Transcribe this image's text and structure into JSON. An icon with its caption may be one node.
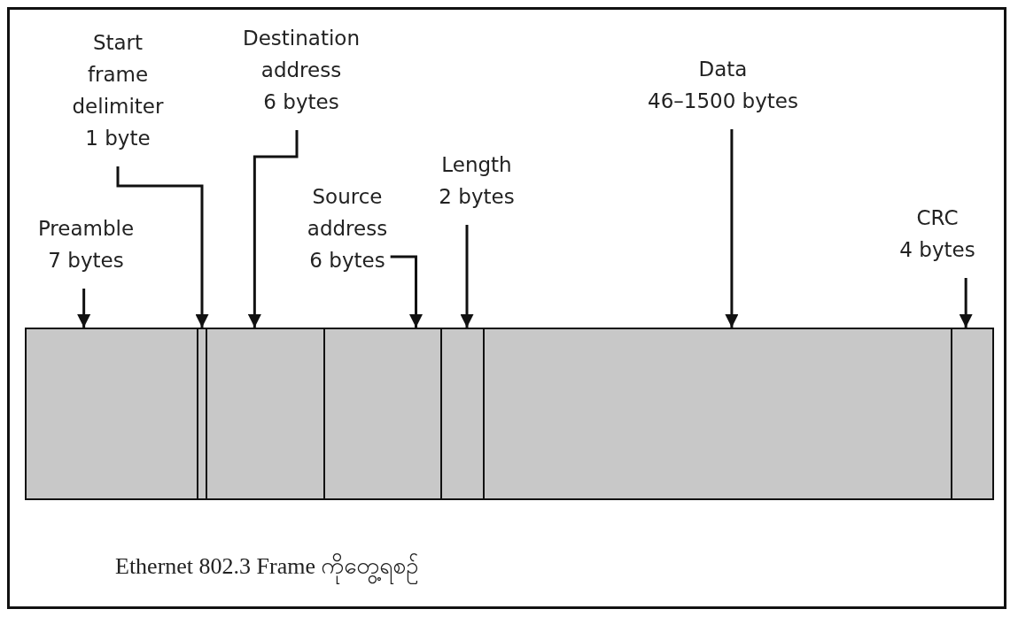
{
  "diagram": {
    "caption": "Ethernet 802.3 Frame ကိုတွေ့ရစဉ်",
    "nodes": [
      {
        "text": [
          "Preamble",
          "7 bytes"
        ]
      },
      {
        "text": [
          "Start frame delimiter",
          "1 byte"
        ]
      },
      {
        "text": [
          "Destination address",
          "6 bytes"
        ]
      },
      {
        "text": [
          "Source address",
          "6 bytes"
        ]
      },
      {
        "text": [
          "Length",
          "2 bytes"
        ]
      },
      {
        "text": [
          "Data",
          "46–1500 bytes"
        ]
      },
      {
        "text": [
          "CRC",
          "4 bytes"
        ]
      },
      {
        "text": [],
        "shape": "bar"
      },
      {
        "text": [],
        "shape": "bar"
      },
      {
        "text": [],
        "shape": "bar"
      },
      {
        "text": [],
        "shape": "bar"
      },
      {
        "text": [],
        "shape": "bar"
      },
      {
        "text": [],
        "shape": "bar"
      },
      {
        "text": [],
        "shape": "bar"
      }
    ],
    "edges": [
      {
        "from": 0,
        "to": 7,
        "arrow": "to"
      },
      {
        "from": 1,
        "to": 8,
        "arrow": "to"
      },
      {
        "from": 2,
        "to": 9,
        "arrow": "to"
      },
      {
        "from": 3,
        "to": 10,
        "arrow": "to"
      },
      {
        "from": 4,
        "to": 11,
        "arrow": "to"
      },
      {
        "from": 5,
        "to": 12,
        "arrow": "to"
      },
      {
        "from": 6,
        "to": 13,
        "arrow": "to"
      }
    ]
  }
}
